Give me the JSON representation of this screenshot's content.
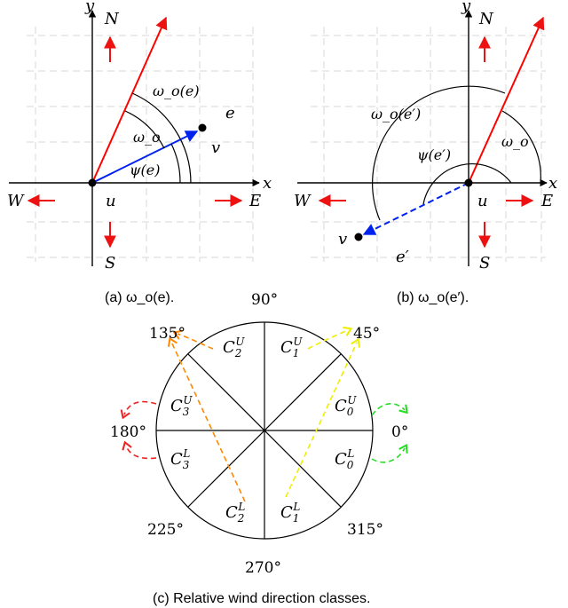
{
  "panel_a": {
    "caption": "(a) ω_o(e).",
    "x_axis": "x",
    "y_axis": "y",
    "north": "N",
    "south": "S",
    "east": "E",
    "west": "W",
    "node_u": "u",
    "node_v": "v",
    "edge": "e",
    "omega_e": "ω_o(e)",
    "omega": "ω_o",
    "psi_e": "ψ(e)"
  },
  "panel_b": {
    "caption": "(b) ω_o(e′).",
    "x_axis": "x",
    "y_axis": "y",
    "north": "N",
    "south": "S",
    "east": "E",
    "west": "W",
    "node_u": "u",
    "node_v": "v",
    "edge": "e′",
    "omega_e": "ω_o(e′)",
    "omega": "ω_o",
    "psi_e": "ψ(e′)"
  },
  "panel_c": {
    "caption": "(c) Relative wind direction classes.",
    "angles": [
      "0°",
      "45°",
      "90°",
      "135°",
      "180°",
      "225°",
      "270°",
      "315°"
    ],
    "classes": [
      {
        "name": "C",
        "sub": "0",
        "sup": "U",
        "color": "#22dd22"
      },
      {
        "name": "C",
        "sub": "0",
        "sup": "L",
        "color": "#22dd22"
      },
      {
        "name": "C",
        "sub": "1",
        "sup": "U",
        "color": "#eeee00"
      },
      {
        "name": "C",
        "sub": "1",
        "sup": "L",
        "color": "#eeee00"
      },
      {
        "name": "C",
        "sub": "2",
        "sup": "U",
        "color": "#ff8800"
      },
      {
        "name": "C",
        "sub": "2",
        "sup": "L",
        "color": "#ff8800"
      },
      {
        "name": "C",
        "sub": "3",
        "sup": "U",
        "color": "#ee2222"
      },
      {
        "name": "C",
        "sub": "3",
        "sup": "L",
        "color": "#ee2222"
      }
    ]
  },
  "colors": {
    "wind": "#ff0000",
    "edge_e": "#0022ee",
    "edge_e_prime": "#0022ee",
    "compass": "#ee1111"
  }
}
